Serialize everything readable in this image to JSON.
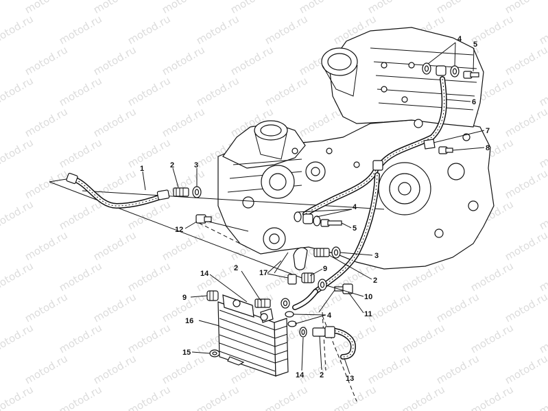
{
  "watermark": {
    "text": "motod.ru"
  },
  "callouts": [
    {
      "id": "c1",
      "label": "1"
    },
    {
      "id": "c2a",
      "label": "2"
    },
    {
      "id": "c3a",
      "label": "3"
    },
    {
      "id": "c12",
      "label": "12"
    },
    {
      "id": "c4a",
      "label": "4"
    },
    {
      "id": "c5a",
      "label": "5"
    },
    {
      "id": "c6",
      "label": "6"
    },
    {
      "id": "c7",
      "label": "7"
    },
    {
      "id": "c8",
      "label": "8"
    },
    {
      "id": "c4b",
      "label": "4"
    },
    {
      "id": "c5b",
      "label": "5"
    },
    {
      "id": "c3b",
      "label": "3"
    },
    {
      "id": "c2b",
      "label": "2"
    },
    {
      "id": "c9a",
      "label": "9"
    },
    {
      "id": "c10",
      "label": "10"
    },
    {
      "id": "c11",
      "label": "11"
    },
    {
      "id": "c2c",
      "label": "2"
    },
    {
      "id": "c17",
      "label": "17"
    },
    {
      "id": "c14a",
      "label": "14"
    },
    {
      "id": "c9b",
      "label": "9"
    },
    {
      "id": "c16",
      "label": "16"
    },
    {
      "id": "c4c",
      "label": "4"
    },
    {
      "id": "c15",
      "label": "15"
    },
    {
      "id": "c14b",
      "label": "14"
    },
    {
      "id": "c2d",
      "label": "2"
    },
    {
      "id": "c13",
      "label": "13"
    }
  ]
}
